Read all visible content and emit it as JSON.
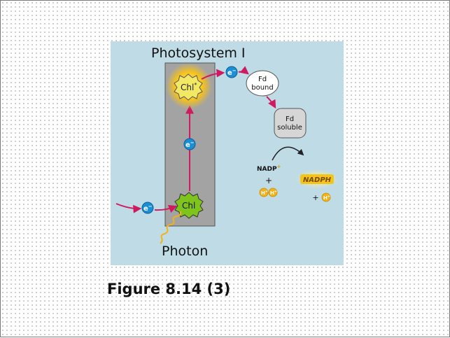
{
  "title": "Photosystem I",
  "caption": "Figure 8.14 (3)",
  "labels": {
    "chl_excited": "Chl",
    "chl_excited_sup": "*",
    "chl_ground": "Chl",
    "electron": "e",
    "electron_sup": "−",
    "photon": "Photon",
    "fd_bound_line1": "Fd",
    "fd_bound_line2": "bound",
    "fd_soluble_line1": "Fd",
    "fd_soluble_line2": "soluble",
    "nadp": "NADP",
    "nadp_sup": "+",
    "plus": "+",
    "proton": "H",
    "proton_sup": "+",
    "nadph": "NADPH"
  },
  "colors": {
    "panel": "#bfdbe6",
    "photosystem": "#a3a3a3",
    "arrow": "#d01a5f",
    "electron": "#1a8fd4",
    "glow": "#f7c21a",
    "chl_excited": "#f2e866",
    "chl_ground": "#7fc41c",
    "fd_bound": "#ffffff",
    "fd_soluble": "#d6d6d6",
    "proton": "#f2b21a",
    "nadph": "#f5c418"
  }
}
